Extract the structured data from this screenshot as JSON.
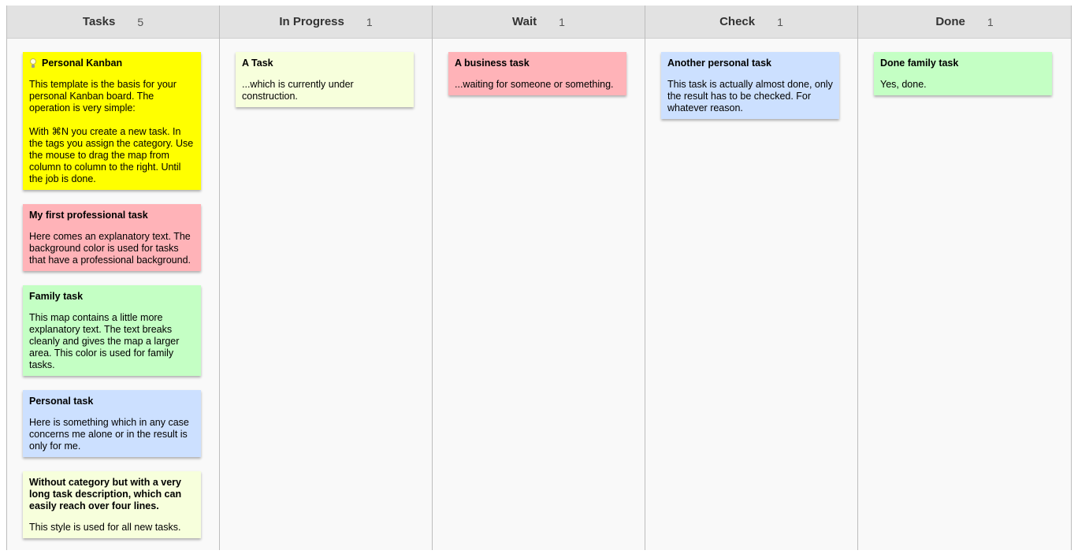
{
  "colors": {
    "yellow": "#ffff00",
    "red": "#ffb3b8",
    "green": "#c4ffc4",
    "blue": "#cce0ff",
    "light_yellow": "#f7ffdc"
  },
  "columns": [
    {
      "title": "Tasks",
      "count": "5",
      "cards": [
        {
          "title": "Personal Kanban",
          "icon": "lightbulb-icon",
          "color": "yellow",
          "paragraphs": [
            "This template is the basis for your personal Kanban board. The operation is very simple:",
            "With ⌘N you create a new task. In the tags you assign the category. Use the mouse to drag the map from column to column to the right. Until the job is done."
          ]
        },
        {
          "title": "My first professional task",
          "color": "red",
          "paragraphs": [
            "Here comes an explanatory text. The background color is used for tasks that have a professional background."
          ]
        },
        {
          "title": "Family task",
          "color": "green",
          "paragraphs": [
            "This map contains a little more explanatory text. The text breaks cleanly and gives the map a larger area. This color is used for family tasks."
          ]
        },
        {
          "title": "Personal task",
          "color": "blue",
          "paragraphs": [
            "Here is something which in any case concerns me alone or in the result is only for me."
          ]
        },
        {
          "title": "Without category but with a very long task description, which can easily reach over four lines.",
          "color": "light_yellow",
          "paragraphs": [
            "This style is used for all new tasks."
          ]
        }
      ]
    },
    {
      "title": "In Progress",
      "count": "1",
      "cards": [
        {
          "title": "A Task",
          "color": "light_yellow",
          "paragraphs": [
            "...which is currently under construction."
          ]
        }
      ]
    },
    {
      "title": "Wait",
      "count": "1",
      "cards": [
        {
          "title": "A business task",
          "color": "red",
          "paragraphs": [
            "...waiting for someone or something."
          ]
        }
      ]
    },
    {
      "title": "Check",
      "count": "1",
      "cards": [
        {
          "title": "Another personal task",
          "color": "blue",
          "paragraphs": [
            "This task is actually almost done, only the result  has to be checked. For whatever reason."
          ]
        }
      ]
    },
    {
      "title": "Done",
      "count": "1",
      "cards": [
        {
          "title": "Done family task",
          "color": "green",
          "paragraphs": [
            "Yes, done."
          ]
        }
      ]
    }
  ]
}
